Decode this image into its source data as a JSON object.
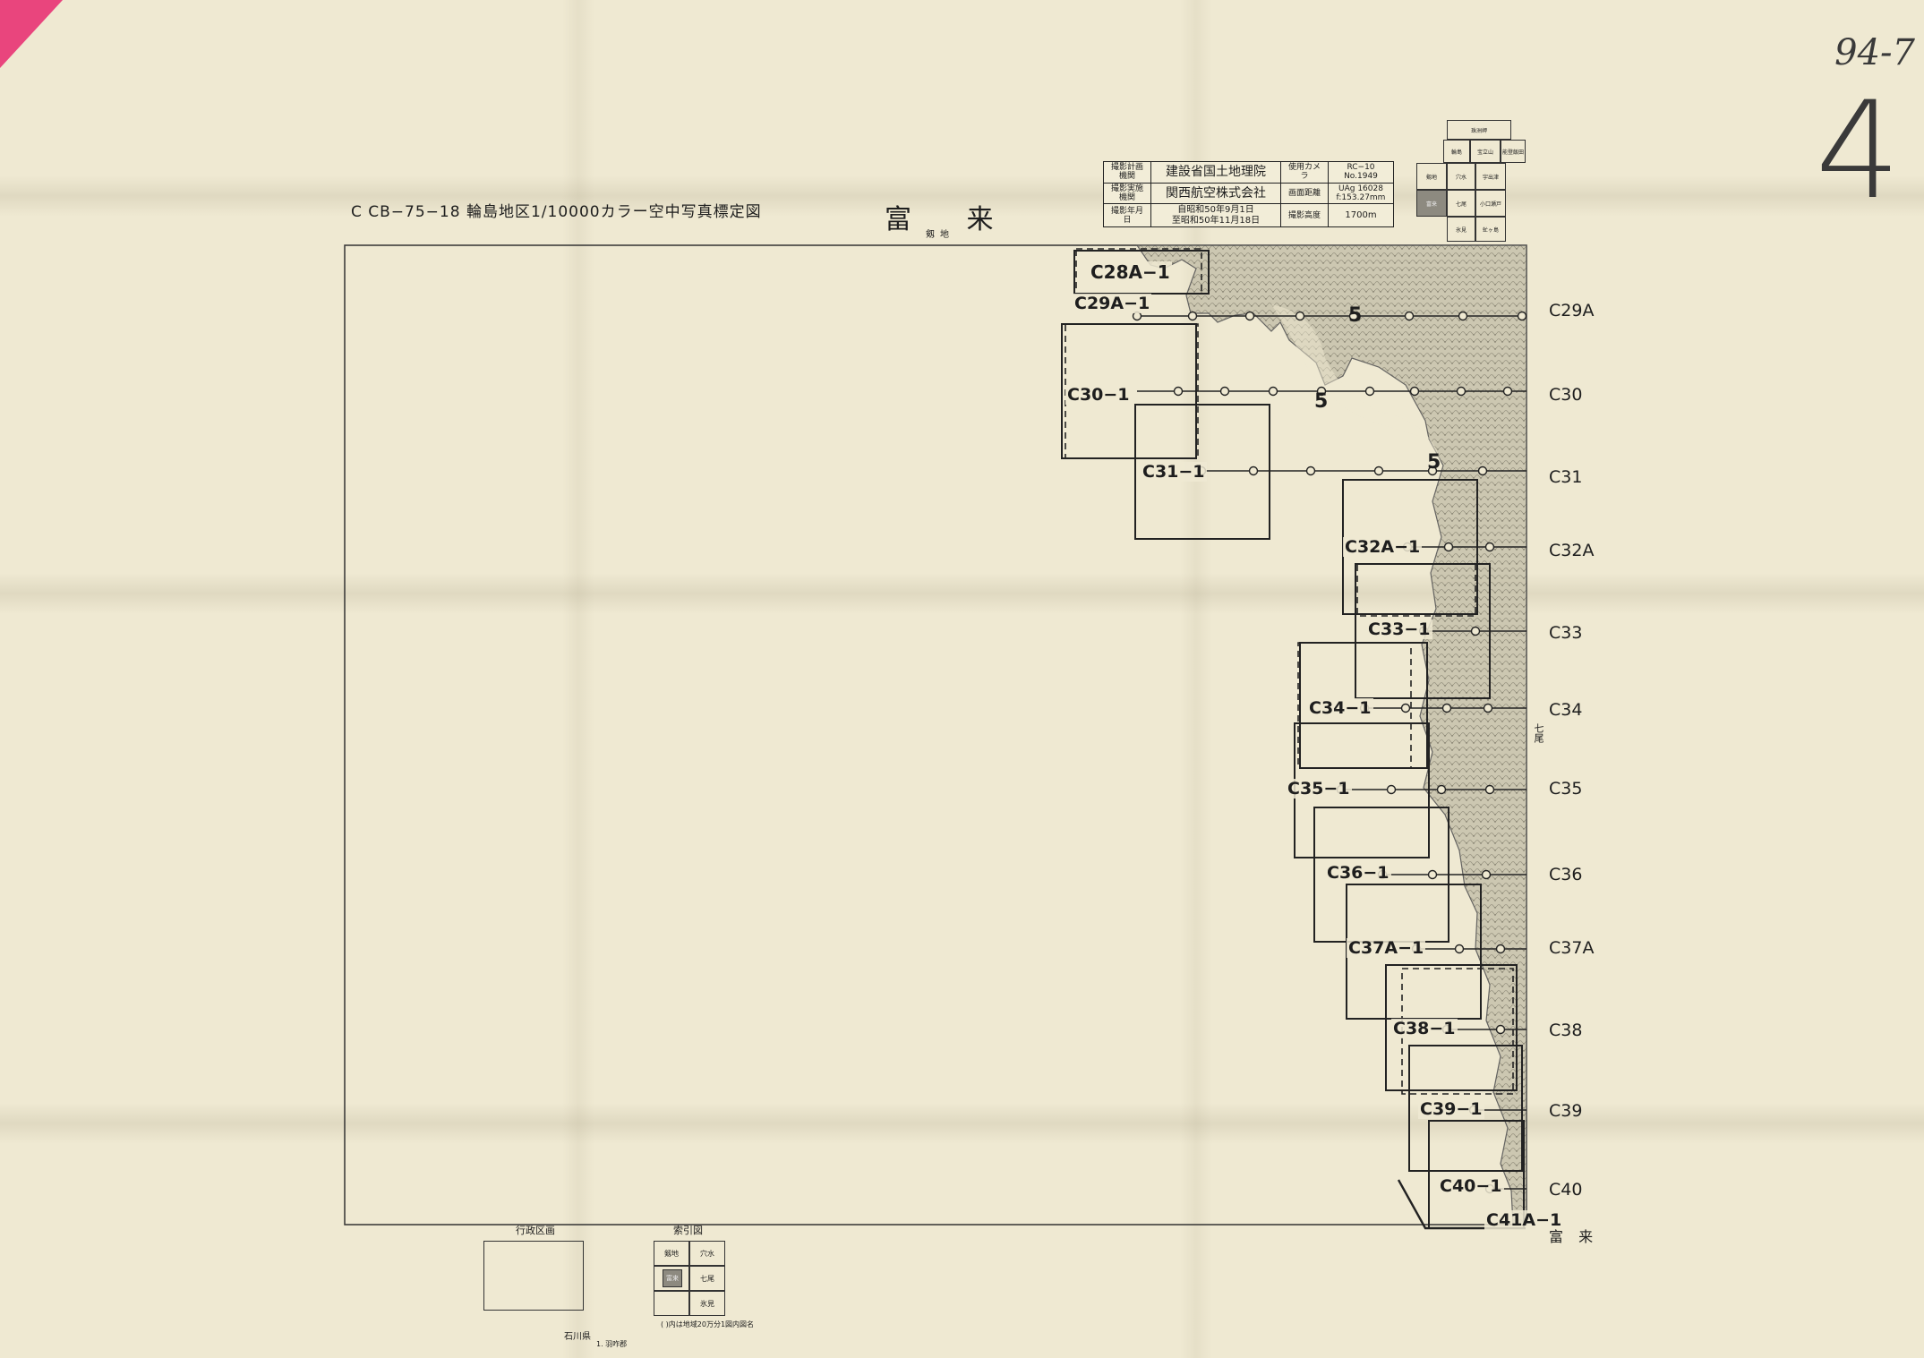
{
  "sheet": {
    "header": "C  CB−75−18  輪島地区1/10000カラー空中写真標定図",
    "title": "富  来",
    "top_neighbor": "剱地",
    "right_neighbor": "七尾",
    "bottom_neighbor": "富  来"
  },
  "handwritten": {
    "code": "94-7",
    "number": "4"
  },
  "info_table": {
    "plan_label": "撮影計画機関",
    "plan_value": "建設省国土地理院",
    "exec_label": "撮影実施機関",
    "exec_value": "関西航空株式会社",
    "date_label": "撮影年月日",
    "date_value_1": "自昭和50年9月1日",
    "date_value_2": "至昭和50年11月18日",
    "camera_label": "使用カメラ",
    "camera_value_1": "RC−10",
    "camera_value_2": "No.1949",
    "focal_label": "画面距離",
    "focal_value_1": "UAg 16028",
    "focal_value_2": "f:153.27mm",
    "alt_label": "撮影高度",
    "alt_value": "1700m"
  },
  "index_map_top": [
    "珠洲岬",
    "輪島",
    "宝立山",
    "能登飯田",
    "剱地",
    "穴水",
    "宇出津",
    "富来",
    "七尾",
    "小口瀬戸",
    "氷見",
    "虻ヶ島"
  ],
  "flight_lines": [
    {
      "course": "C29A",
      "photo": "C29A−1"
    },
    {
      "course": "C30",
      "photo": "C30−1"
    },
    {
      "course": "C31",
      "photo": "C31−1"
    },
    {
      "course": "C32A",
      "photo": "C32A−1"
    },
    {
      "course": "C33",
      "photo": "C33−1"
    },
    {
      "course": "C34",
      "photo": "C34−1"
    },
    {
      "course": "C35",
      "photo": "C35−1"
    },
    {
      "course": "C36",
      "photo": "C36−1"
    },
    {
      "course": "C37A",
      "photo": "C37A−1"
    },
    {
      "course": "C38",
      "photo": "C38−1"
    },
    {
      "course": "C39",
      "photo": "C39−1"
    },
    {
      "course": "C40",
      "photo": "C40−1"
    }
  ],
  "extra_photos": [
    "C28A−1",
    "C41A−1"
  ],
  "map_numbers": [
    "5",
    "5",
    "5"
  ],
  "legend_admin": {
    "title": "行政区画",
    "pref": "石川県",
    "note": "1. 羽咋郡"
  },
  "legend_index": {
    "title": "索引図",
    "cells": [
      "剱地",
      "穴水",
      "",
      "富来",
      "七尾",
      "",
      "氷見"
    ],
    "note": "(  )内は地域20万分1図内図名"
  }
}
